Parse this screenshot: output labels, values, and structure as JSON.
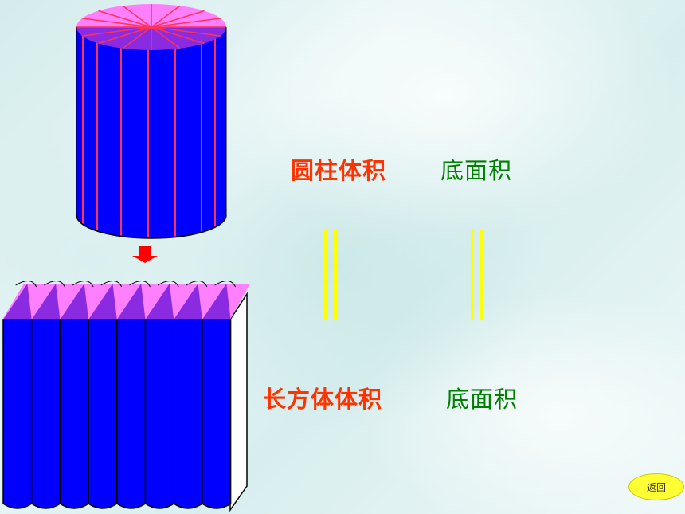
{
  "labels": {
    "cylinder_volume": "圆柱体积",
    "cylinder_base": "底面积",
    "cuboid_volume": "长方体体积",
    "cuboid_base": "底面积"
  },
  "back_button": "返回",
  "colors": {
    "body_blue": "#0000ff",
    "top_pink": "#ff80ff",
    "top_purple": "#8a2be2",
    "stripe_red": "#ff3355",
    "arrow_red": "#ff0000",
    "label_red": "#ff3300",
    "label_green": "#008000",
    "equals_yellow": "#ffff00",
    "button_yellow": "#ffff33"
  }
}
